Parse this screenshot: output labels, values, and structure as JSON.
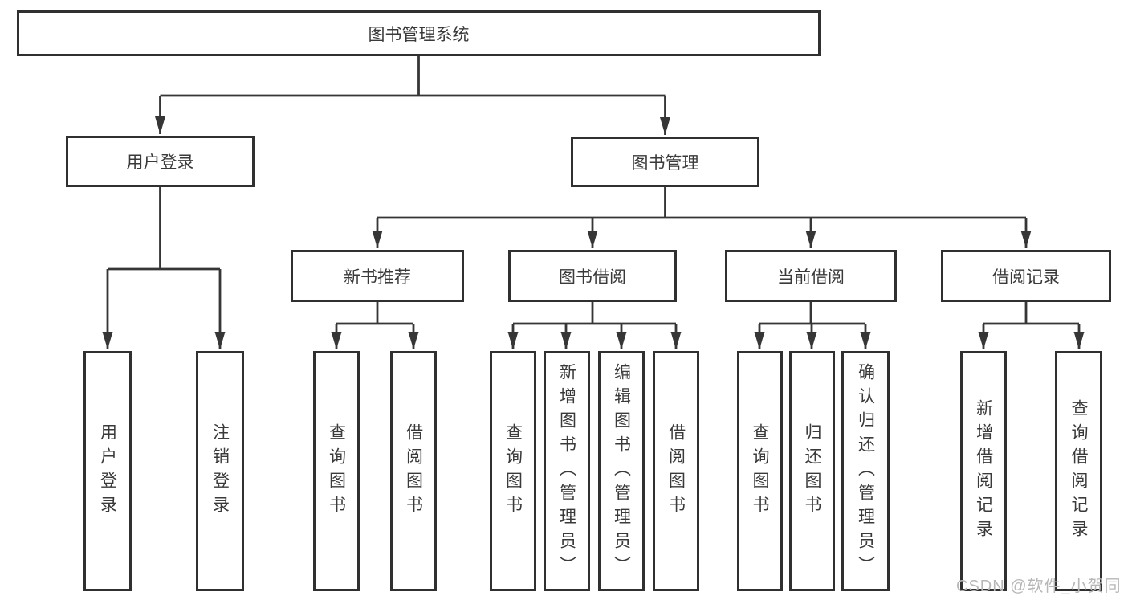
{
  "diagram": {
    "root": {
      "label": "图书管理系统"
    },
    "level2": [
      {
        "label": "用户登录",
        "children": [
          {
            "label": "用户登录"
          },
          {
            "label": "注销登录"
          }
        ]
      },
      {
        "label": "图书管理",
        "children": [
          {
            "label": "新书推荐",
            "children": [
              {
                "label": "查询图书"
              },
              {
                "label": "借阅图书"
              }
            ]
          },
          {
            "label": "图书借阅",
            "children": [
              {
                "label": "查询图书"
              },
              {
                "label": "新增图书（管理员）"
              },
              {
                "label": "编辑图书（管理员）"
              },
              {
                "label": "借阅图书"
              }
            ]
          },
          {
            "label": "当前借阅",
            "children": [
              {
                "label": "查询图书"
              },
              {
                "label": "归还图书"
              },
              {
                "label": "确认归还（管理员）"
              }
            ]
          },
          {
            "label": "借阅记录",
            "children": [
              {
                "label": "新增借阅记录"
              },
              {
                "label": "查询借阅记录"
              }
            ]
          }
        ]
      }
    ]
  },
  "watermark": "CSDN @软件_小贺同学",
  "colors": {
    "line": "#363636",
    "box_border": "#303030",
    "box_fill": "#ffffff",
    "text": "#3a3a3a",
    "watermark": "#b7b7b7"
  }
}
